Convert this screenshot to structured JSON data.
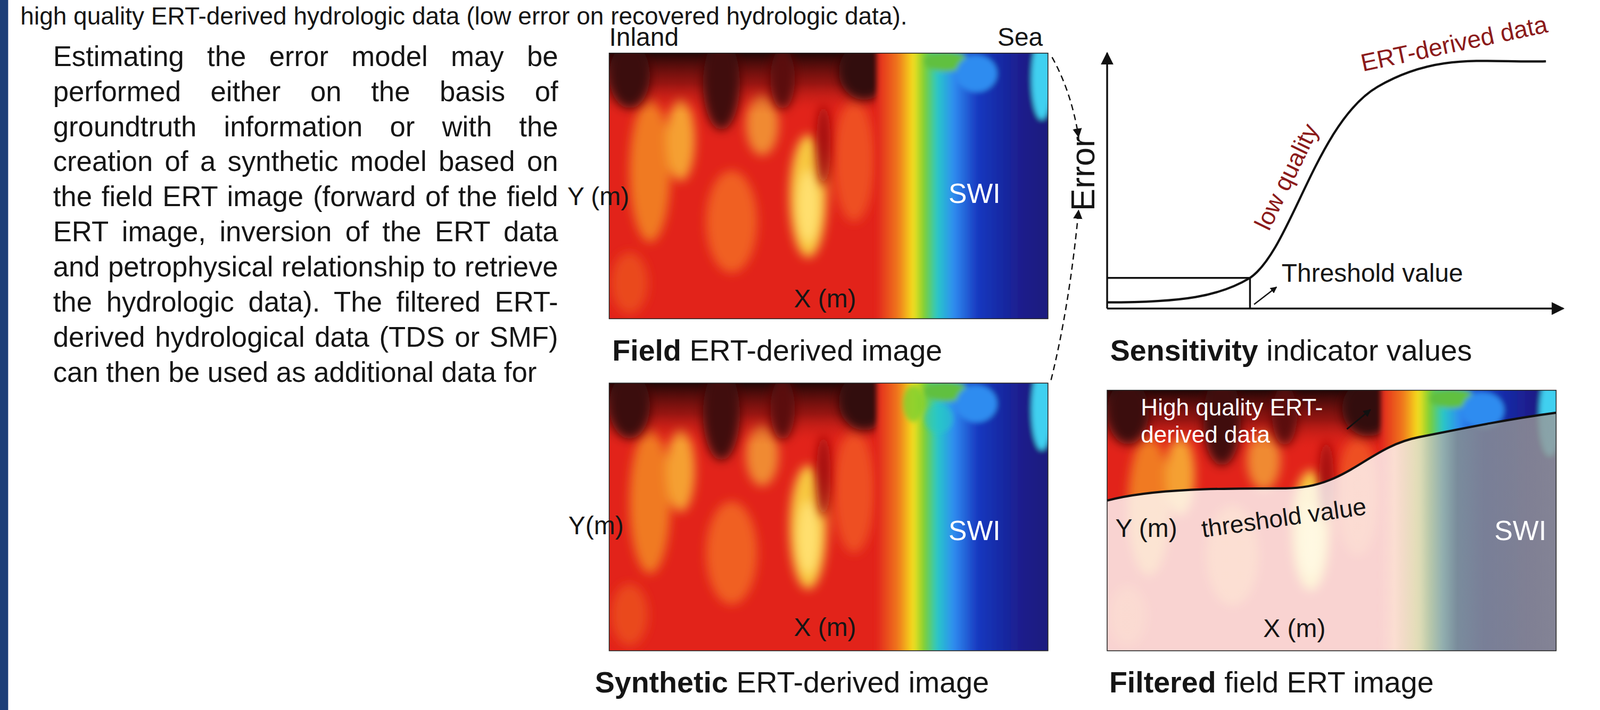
{
  "diagram": {
    "labels": [
      "high quality ERT-derived hydrologic data (low error on recovered hydrologic data).",
      "Estimating the error model may be performed either on the basis of groundtruth information or with the creation of a synthetic model based on the field ERT image (forward of the field ERT image, inversion of the ERT data and petrophysical relationship to retrieve the hydrologic data). The filtered ERT-derived hydrological data (TDS or SMF) can then be used as additional data for",
      "Inland",
      "Sea",
      "Y (m)",
      "SWI",
      "X (m)",
      "Field",
      "ERT-derived image",
      "Error",
      "low quality",
      "ERT-derived data",
      "Threshold value",
      "Sensitivity",
      "indicator values",
      "Y(m)",
      "X (m)",
      "SWI",
      "Synthetic",
      "ERT-derived image",
      "High quality ERT-derived data",
      "threshold value",
      "Y (m)",
      "X (m)",
      "SWI",
      "Filtered",
      "field ERT image"
    ]
  }
}
